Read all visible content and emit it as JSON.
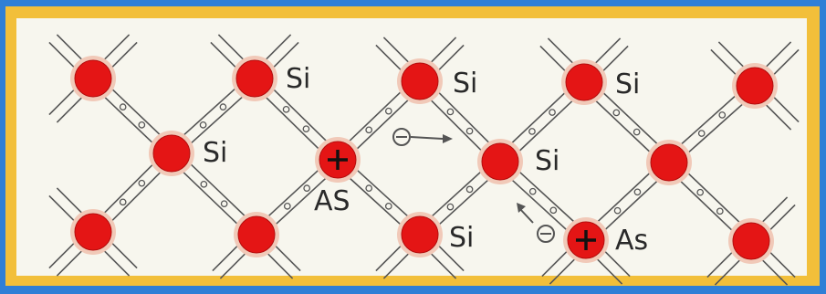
{
  "diagram": {
    "colors": {
      "outer_border": "#2f7fd6",
      "frame": "#f2bf3a",
      "background": "#f7f6ee",
      "atom": "#e41515",
      "bond": "#555555"
    },
    "atoms": [
      {
        "id": "si-top-1",
        "label": "",
        "charge": ""
      },
      {
        "id": "si-top-2",
        "label": "Si",
        "charge": ""
      },
      {
        "id": "si-top-3",
        "label": "Si",
        "charge": ""
      },
      {
        "id": "si-top-4",
        "label": "Si",
        "charge": ""
      },
      {
        "id": "si-top-5",
        "label": "",
        "charge": ""
      },
      {
        "id": "si-mid-1",
        "label": "Si",
        "charge": ""
      },
      {
        "id": "as-mid-1",
        "label": "AS",
        "charge": "+"
      },
      {
        "id": "si-mid-2",
        "label": "Si",
        "charge": ""
      },
      {
        "id": "si-mid-3",
        "label": "",
        "charge": ""
      },
      {
        "id": "si-bot-1",
        "label": "",
        "charge": ""
      },
      {
        "id": "si-bot-2",
        "label": "",
        "charge": ""
      },
      {
        "id": "si-bot-3",
        "label": "Si",
        "charge": ""
      },
      {
        "id": "as-bot-1",
        "label": "As",
        "charge": "+"
      },
      {
        "id": "si-bot-4",
        "label": "",
        "charge": ""
      }
    ],
    "free_electrons": [
      {
        "id": "electron-1",
        "symbol": "⊖"
      },
      {
        "id": "electron-2",
        "symbol": "⊖"
      }
    ]
  }
}
